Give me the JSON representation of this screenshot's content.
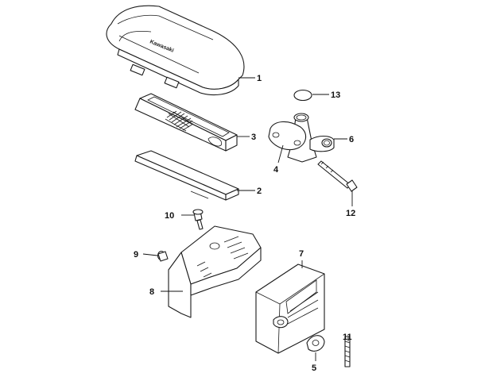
{
  "diagram": {
    "brand_logo_text": "Kawasaki",
    "callouts": [
      {
        "id": "c1",
        "label": "1"
      },
      {
        "id": "c2",
        "label": "2"
      },
      {
        "id": "c3",
        "label": "3"
      },
      {
        "id": "c4",
        "label": "4"
      },
      {
        "id": "c5",
        "label": "5"
      },
      {
        "id": "c6",
        "label": "6"
      },
      {
        "id": "c7",
        "label": "7"
      },
      {
        "id": "c8",
        "label": "8"
      },
      {
        "id": "c9",
        "label": "9"
      },
      {
        "id": "c10",
        "label": "10"
      },
      {
        "id": "c11",
        "label": "11"
      },
      {
        "id": "c12",
        "label": "12"
      },
      {
        "id": "c13",
        "label": "13"
      }
    ]
  }
}
